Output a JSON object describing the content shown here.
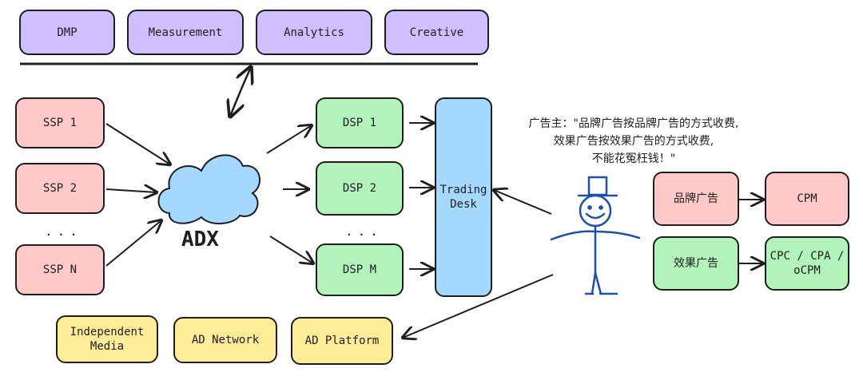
{
  "top_row": {
    "dmp": "DMP",
    "measurement": "Measurement",
    "analytics": "Analytics",
    "creative": "Creative"
  },
  "ssp": {
    "ssp1": "SSP 1",
    "ssp2": "SSP 2",
    "dots": "...",
    "sspn": "SSP N"
  },
  "adx": {
    "label": "ADX"
  },
  "dsp": {
    "dsp1": "DSP 1",
    "dsp2": "DSP 2",
    "dots": "...",
    "dspm": "DSP M"
  },
  "trading_desk": {
    "label": "Trading\nDesk"
  },
  "advertiser_quote": {
    "line1": "广告主：\"品牌广告按品牌广告的方式收费,",
    "line2": "效果广告按效果广告的方式收费,",
    "line3": "不能花冤枉钱！\""
  },
  "billing": {
    "brand_ad": "品牌广告",
    "performance_ad": "效果广告",
    "cpm": "CPM",
    "cpc_cpa_ocpm": "CPC / CPA /\noCPM"
  },
  "bottom_row": {
    "independent_media": "Independent\nMedia",
    "ad_network": "AD Network",
    "ad_platform": "AD Platform"
  },
  "colors": {
    "purple": "#d0bfff",
    "pink": "#ffc9c9",
    "green": "#b2f2bb",
    "blue": "#a5d8ff",
    "yellow": "#ffec99",
    "stick_figure": "#1f4fa8"
  }
}
